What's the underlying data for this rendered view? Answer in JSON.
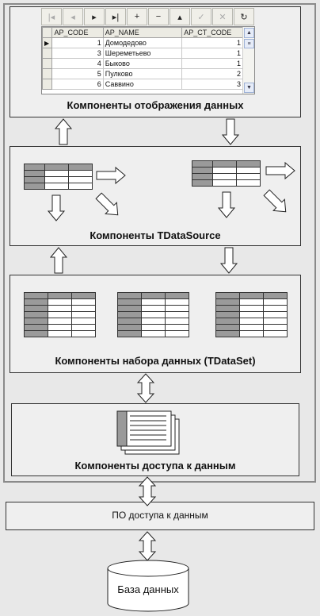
{
  "navigator": {
    "buttons": [
      {
        "glyph": "|◂",
        "name": "nav-first-button",
        "disabled": true
      },
      {
        "glyph": "◂",
        "name": "nav-prior-button",
        "disabled": true
      },
      {
        "glyph": "▸",
        "name": "nav-next-button",
        "disabled": false
      },
      {
        "glyph": "▸|",
        "name": "nav-last-button",
        "disabled": false
      },
      {
        "glyph": "+",
        "name": "nav-insert-button",
        "disabled": false
      },
      {
        "glyph": "−",
        "name": "nav-delete-button",
        "disabled": false
      },
      {
        "glyph": "▴",
        "name": "nav-edit-button",
        "disabled": false
      },
      {
        "glyph": "✓",
        "name": "nav-post-button",
        "disabled": true
      },
      {
        "glyph": "✕",
        "name": "nav-cancel-button",
        "disabled": true
      },
      {
        "glyph": "↻",
        "name": "nav-refresh-button",
        "disabled": false
      }
    ]
  },
  "grid": {
    "columns": [
      "AP_CODE",
      "AP_NAME",
      "AP_CT_CODE"
    ],
    "rows": [
      {
        "code": "1",
        "name": "Домодедово",
        "ct": "1",
        "current": true
      },
      {
        "code": "3",
        "name": "Шереметьево",
        "ct": "1",
        "current": false
      },
      {
        "code": "4",
        "name": "Быково",
        "ct": "1",
        "current": false
      },
      {
        "code": "5",
        "name": "Пулково",
        "ct": "2",
        "current": false
      },
      {
        "code": "6",
        "name": "Саввино",
        "ct": "3",
        "current": false
      }
    ]
  },
  "labels": {
    "display": "Компоненты отображения данных",
    "datasource": "Компоненты TDataSource",
    "dataset": "Компоненты набора данных (TDataSet)",
    "access": "Компоненты доступа к данным",
    "software": "ПО доступа к данным",
    "database": "База данных"
  }
}
